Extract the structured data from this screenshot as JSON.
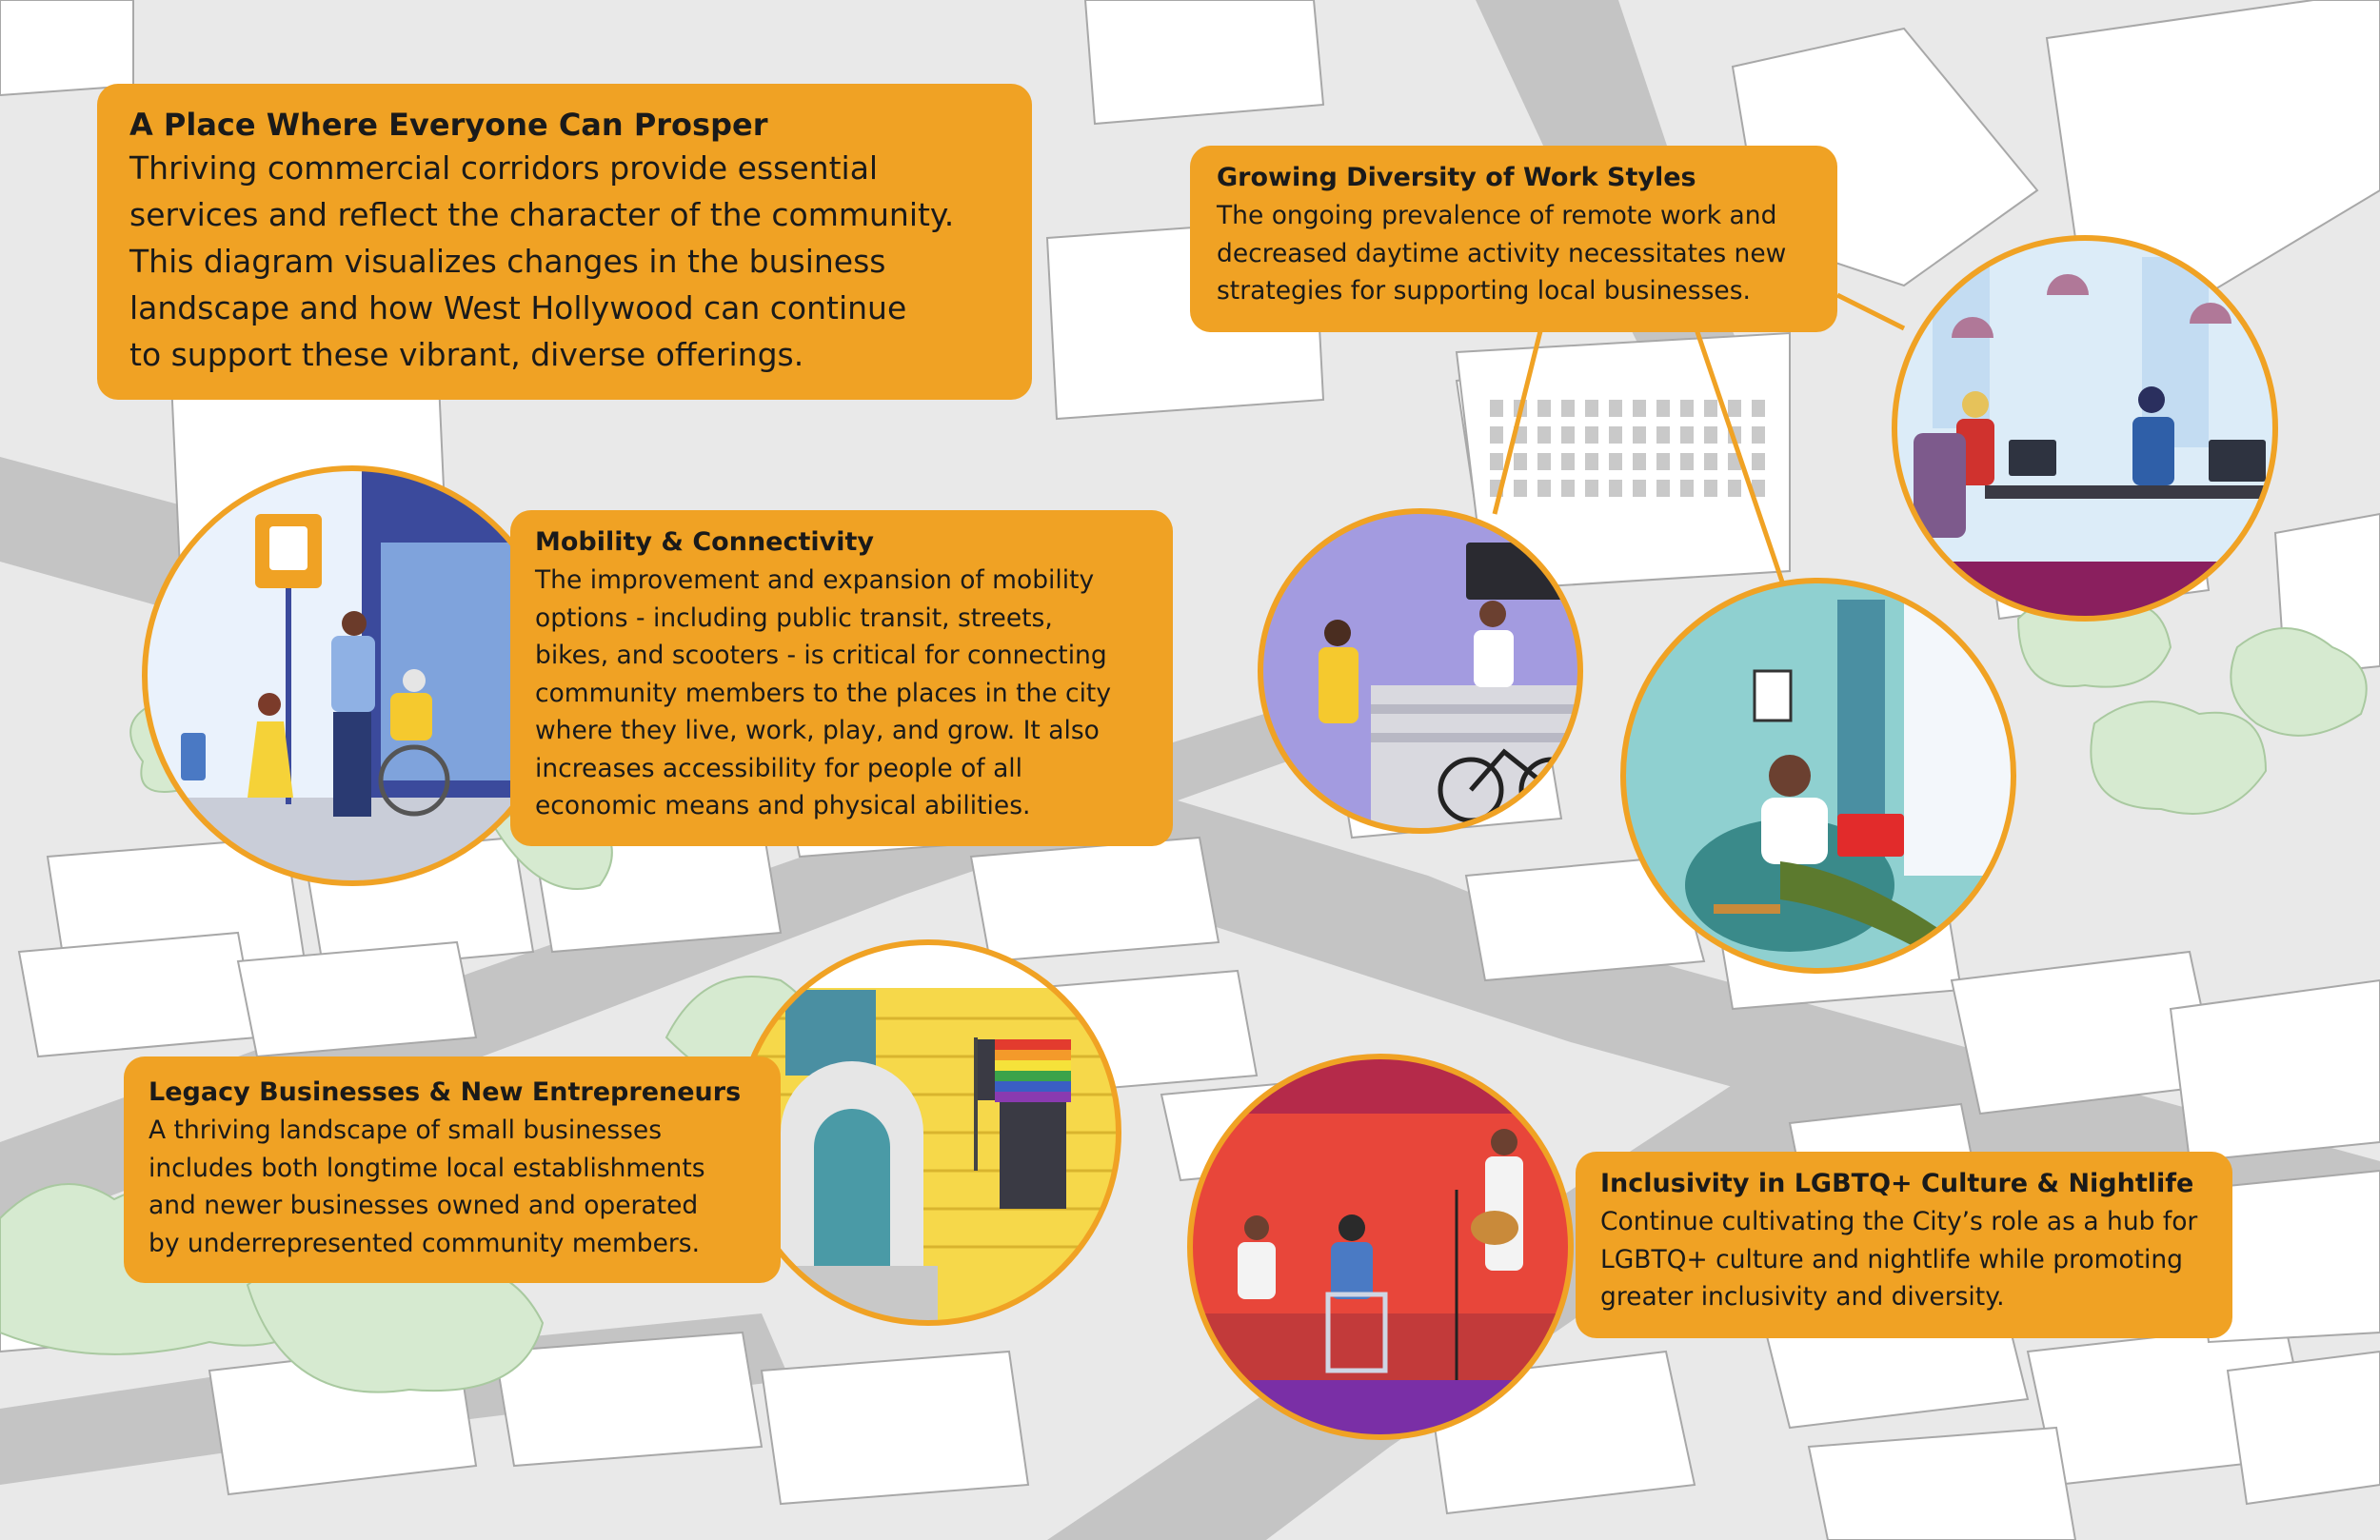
{
  "colors": {
    "accent": "#f0a224",
    "background": "#e9e9e9",
    "building": "#ffffff",
    "street": "#c4c4c4",
    "greenery": "#d6ead0"
  },
  "intro": {
    "title": "A Place Where Everyone Can Prosper",
    "lines": [
      "Thriving commercial corridors provide essential",
      "services and reflect the character of the community.",
      "This diagram visualizes changes in the business",
      "landscape and how West Hollywood can continue",
      "to support these vibrant, diverse offerings."
    ]
  },
  "mobility": {
    "title": "Mobility & Connectivity",
    "lines": [
      "The improvement and expansion of mobility",
      "options - including public transit, streets,",
      "bikes, and scooters - is critical for connecting",
      "community members to the places in the city",
      "where they live, work, play, and grow. It also",
      "increases accessibility for people of all",
      "economic means and physical abilities."
    ]
  },
  "work": {
    "title": "Growing Diversity of Work Styles",
    "lines": [
      "The ongoing prevalence of remote work and",
      "decreased daytime activity necessitates new",
      "strategies for supporting local businesses."
    ]
  },
  "legacy": {
    "title": "Legacy Businesses & New Entrepreneurs",
    "lines": [
      "A thriving landscape of small businesses",
      "includes both longtime local establishments",
      "and newer businesses owned and operated",
      "by underrepresented community members."
    ]
  },
  "inclusivity": {
    "title": "Inclusivity in LGBTQ+ Culture & Nightlife",
    "lines": [
      "Continue cultivating the City’s role as a hub for",
      "LGBTQ+ culture and nightlife while promoting",
      "greater inclusivity and diversity."
    ]
  }
}
